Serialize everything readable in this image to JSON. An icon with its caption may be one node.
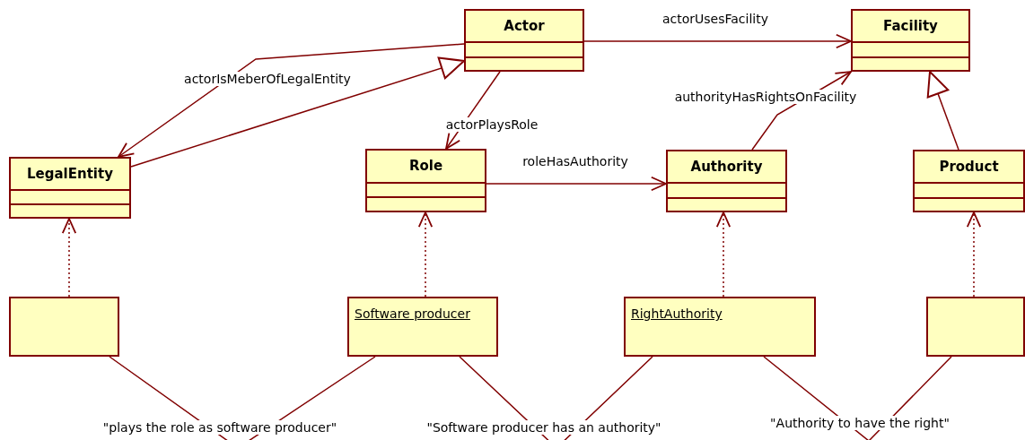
{
  "diagram": {
    "nodes": [
      {
        "text": [
          "Actor"
        ]
      },
      {
        "text": [
          "Facility"
        ]
      },
      {
        "text": [
          "LegalEntity"
        ]
      },
      {
        "text": [
          "Role"
        ]
      },
      {
        "text": [
          "Authority"
        ]
      },
      {
        "text": [
          "Product"
        ]
      },
      {
        "text": [],
        "shape": "box"
      },
      {
        "text": [
          "Software producer"
        ]
      },
      {
        "text": [
          "RightAuthority"
        ]
      },
      {
        "text": [],
        "shape": "box"
      }
    ],
    "edges": [
      {
        "from": 0,
        "to": 1,
        "arrow": "to",
        "label": "actorUsesFacility"
      },
      {
        "from": 0,
        "to": 2,
        "arrow": "to",
        "label": "actorIsMeberOfLegalEntity"
      },
      {
        "from": 2,
        "to": 0,
        "arrow": "to"
      },
      {
        "from": 0,
        "to": 3,
        "arrow": "to",
        "label": "actorPlaysRole"
      },
      {
        "from": 3,
        "to": 4,
        "arrow": "to",
        "label": "roleHasAuthority"
      },
      {
        "from": 4,
        "to": 1,
        "arrow": "to",
        "label": "authorityHasRightsOnFacility"
      },
      {
        "from": 5,
        "to": 1,
        "arrow": "to"
      },
      {
        "from": 6,
        "to": 2,
        "arrow": "to",
        "style": "dashed"
      },
      {
        "from": 7,
        "to": 3,
        "arrow": "to",
        "style": "dashed"
      },
      {
        "from": 8,
        "to": 4,
        "arrow": "to",
        "style": "dashed"
      },
      {
        "from": 9,
        "to": 5,
        "arrow": "to",
        "style": "dashed"
      },
      {
        "from": 6,
        "to": 7,
        "arrow": "none",
        "label": "\"plays the role as software producer\""
      },
      {
        "from": 7,
        "to": 8,
        "arrow": "none",
        "label": "\"Software producer has an authority\""
      },
      {
        "from": 8,
        "to": 9,
        "arrow": "none",
        "label": "\"Authority to have the right\""
      }
    ]
  }
}
